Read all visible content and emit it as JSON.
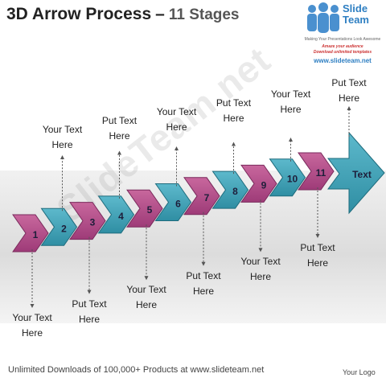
{
  "header": {
    "title_main": "3D Arrow Process",
    "title_dash": "–",
    "title_sub": "11 Stages"
  },
  "logo": {
    "brand_line1": "Slide",
    "brand_line2": "Team",
    "tagline": "Making Your Presentations Look Awesome",
    "amaze": "Amaze your audience",
    "download": "Download unlimited templates",
    "url": "www.slideteam.net"
  },
  "watermark": "SlideTeam.net",
  "stages": [
    "1",
    "2",
    "3",
    "4",
    "5",
    "6",
    "7",
    "8",
    "9",
    "10",
    "11"
  ],
  "head_label": "Text",
  "labels_top": [
    {
      "stage": "2",
      "line1": "Your Text",
      "line2": "Here"
    },
    {
      "stage": "4",
      "line1": "Put Text",
      "line2": "Here"
    },
    {
      "stage": "6",
      "line1": "Your Text",
      "line2": "Here"
    },
    {
      "stage": "8",
      "line1": "Put Text",
      "line2": "Here"
    },
    {
      "stage": "10",
      "line1": "Your Text",
      "line2": "Here"
    },
    {
      "stage": "head",
      "line1": "Put Text",
      "line2": "Here"
    }
  ],
  "labels_bottom": [
    {
      "stage": "1",
      "line1": "Your Text",
      "line2": "Here"
    },
    {
      "stage": "3",
      "line1": "Put Text",
      "line2": "Here"
    },
    {
      "stage": "5",
      "line1": "Your Text",
      "line2": "Here"
    },
    {
      "stage": "7",
      "line1": "Put Text",
      "line2": "Here"
    },
    {
      "stage": "9",
      "line1": "Your Text",
      "line2": "Here"
    },
    {
      "stage": "11",
      "line1": "Put Text",
      "line2": "Here"
    }
  ],
  "colors": {
    "pink": "#9e3b78",
    "pink_light": "#c8679d",
    "teal": "#2f8ea3",
    "teal_light": "#5db9cc"
  },
  "footer": {
    "downloads": "Unlimited Downloads of 100,000+ Products at www.slideteam.net",
    "your_logo": "Your Logo"
  }
}
